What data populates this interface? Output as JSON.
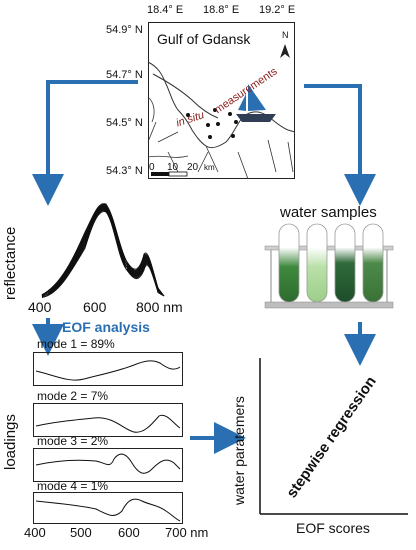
{
  "map": {
    "lon_labels": [
      "18.4° E",
      "18.8° E",
      "19.2° E"
    ],
    "lat_labels": [
      "54.9° N",
      "54.7° N",
      "54.5° N",
      "54.3° N"
    ],
    "title": "Gulf of Gdansk",
    "north": "N",
    "in_situ": "in situ",
    "measurements": "measurements",
    "scale_labels": [
      "0",
      "10",
      "20",
      "km"
    ]
  },
  "water_samples": "water samples",
  "reflectance": {
    "ylabel": "reflectance",
    "xticks": [
      "400",
      "600",
      "800 nm"
    ]
  },
  "eof_analysis": "EOF analysis",
  "loadings": {
    "ylabel": "loadings",
    "modes": [
      "mode 1 = 89%",
      "mode 2 = 7%",
      "mode 3 = 2%",
      "mode 4 = 1%"
    ],
    "xticks": [
      "400",
      "500",
      "600",
      "700 nm"
    ]
  },
  "regression": {
    "ylabel": "water paratemers",
    "xlabel": "EOF scores",
    "diagonal": "stepwise regression"
  },
  "colors": {
    "arrow": "#2a6fb2",
    "measurement_text": "#8b1a1a",
    "tube_dark": "#2e6b2e",
    "tube_light": "#9ccf8a",
    "boat_flag": "#2a6fb2",
    "boat_hull": "#2f3e55"
  }
}
